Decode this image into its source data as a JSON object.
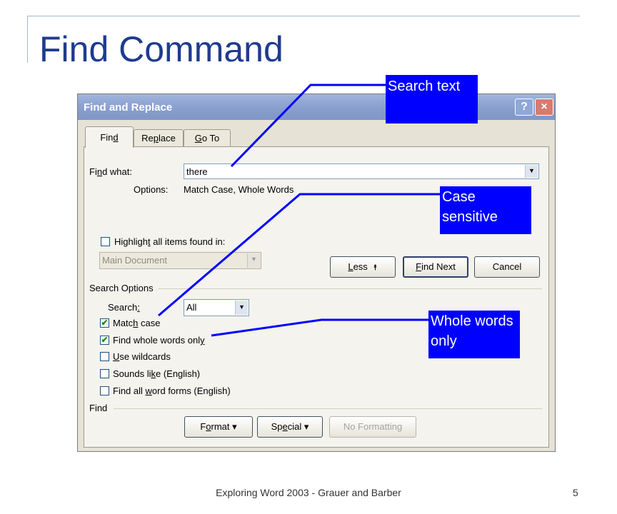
{
  "slide": {
    "title": "Find Command",
    "footer": "Exploring Word 2003 - Grauer and Barber",
    "page_number": "5"
  },
  "dialog": {
    "title": "Find and Replace",
    "help_label": "?",
    "close_label": "×",
    "tabs": [
      {
        "pre": "Fin",
        "u": "d",
        "post": "",
        "active": true
      },
      {
        "pre": "Re",
        "u": "p",
        "post": "lace",
        "active": false
      },
      {
        "pre": "",
        "u": "G",
        "post": "o To",
        "active": false
      }
    ],
    "find_what": {
      "pre": "Fi",
      "u": "n",
      "post": "d what:",
      "value": "there"
    },
    "options": {
      "label": "Options:",
      "value": "Match Case, Whole Words"
    },
    "highlight": {
      "pre": "Highligh",
      "u": "t",
      "post": " all items found in:",
      "checked": false
    },
    "highlight_scope": "Main Document",
    "buttons": {
      "less": {
        "pre": "",
        "u": "L",
        "post": "ess",
        "arrow": "⯭"
      },
      "find_next": {
        "pre": "",
        "u": "F",
        "post": "ind Next"
      },
      "cancel": "Cancel",
      "format": {
        "pre": "F",
        "u": "o",
        "post": "rmat",
        "arrow": "▾"
      },
      "special": {
        "pre": "Sp",
        "u": "e",
        "post": "cial",
        "arrow": "▾"
      },
      "no_formatting": "No Formatting"
    },
    "search_options_label": "Search Options",
    "search": {
      "pre": "Search",
      "u": ":",
      "post": "",
      "value": "All"
    },
    "checkboxes": [
      {
        "pre": "Matc",
        "u": "h",
        "post": " case",
        "checked": true
      },
      {
        "pre": "Find whole words onl",
        "u": "y",
        "post": "",
        "checked": true
      },
      {
        "pre": "",
        "u": "U",
        "post": "se wildcards",
        "checked": false
      },
      {
        "pre": "Sounds li",
        "u": "k",
        "post": "e (English)",
        "checked": false
      },
      {
        "pre": "Find all ",
        "u": "w",
        "post": "ord forms (English)",
        "checked": false
      }
    ],
    "find_section_label": "Find"
  },
  "callouts": {
    "search_text": "Search text",
    "case_sensitive": "Case sensitive",
    "whole_words": "Whole words only",
    "color": "#0000ff"
  }
}
